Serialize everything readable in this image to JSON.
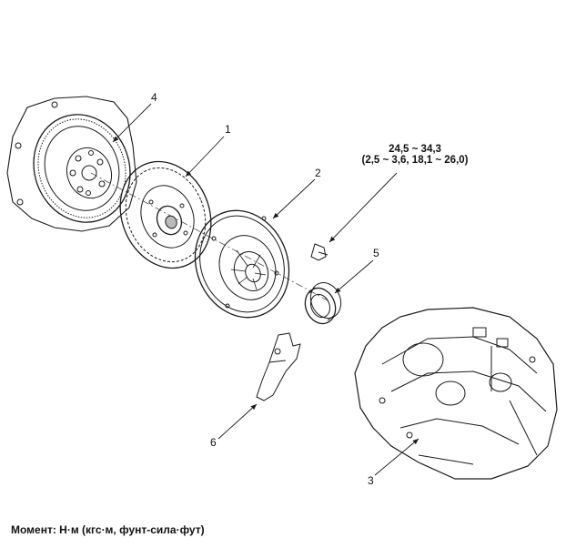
{
  "callouts": {
    "c1": "1",
    "c2": "2",
    "c3": "3",
    "c4": "4",
    "c5": "5",
    "c6": "6"
  },
  "torque": {
    "line1": "24,5 ~ 34,3",
    "line2": "(2,5 ~ 3,6, 18,1 ~ 26,0)"
  },
  "footer": {
    "text": "Момент: Н·м (кгс·м, фунт-сила·фут)"
  },
  "colors": {
    "ink": "#1a1a1a",
    "shade": "#9a9a9a",
    "background": "#ffffff"
  }
}
